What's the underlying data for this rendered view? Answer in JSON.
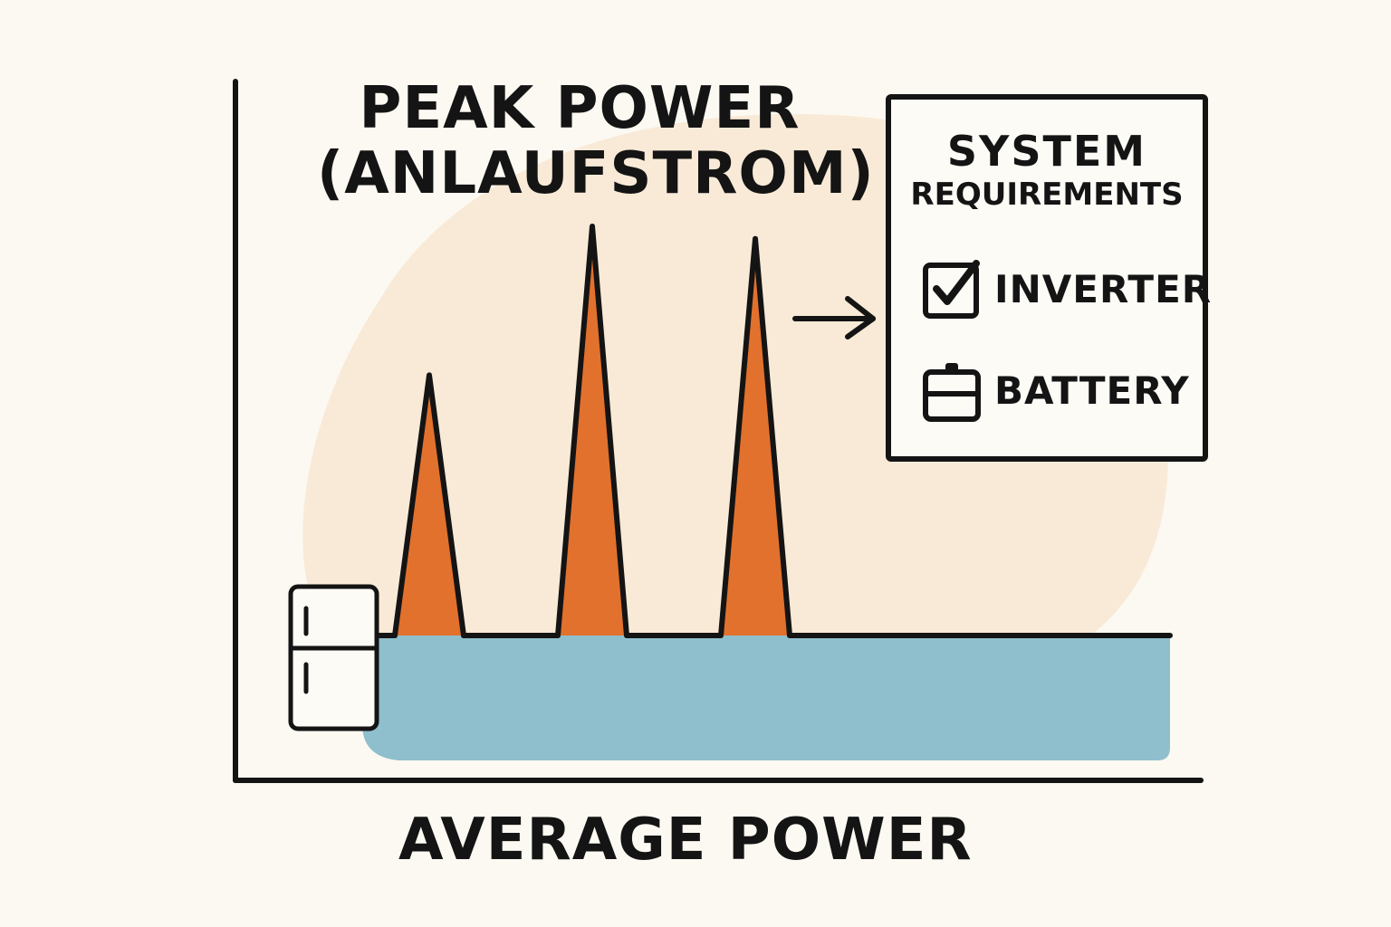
{
  "peak_label": {
    "line1": "PEAK POWER",
    "line2": "(ANLAUFSTROM)"
  },
  "average_label": "AVERAGE POWER",
  "requirements_box": {
    "title_line1": "SYSTEM",
    "title_line2": "REQUIREMENTS",
    "items": [
      {
        "label": "INVERTER",
        "icon": "checkbox-checked-icon"
      },
      {
        "label": "BATTERY",
        "icon": "battery-icon"
      }
    ]
  },
  "appliance_icon": "refrigerator-icon",
  "chart_data": {
    "type": "area",
    "baseline_level": 1,
    "peaks": [
      {
        "position": 1,
        "level": 3.1
      },
      {
        "position": 2,
        "level": 4.3
      },
      {
        "position": 3,
        "level": 4.2
      }
    ],
    "colors": {
      "average_fill": "#8fbfcc",
      "peak_fill": "#e2712d",
      "background_blob": "#f9ead7",
      "stroke": "#141414",
      "background": "#fcf9f2"
    },
    "grid": false
  }
}
